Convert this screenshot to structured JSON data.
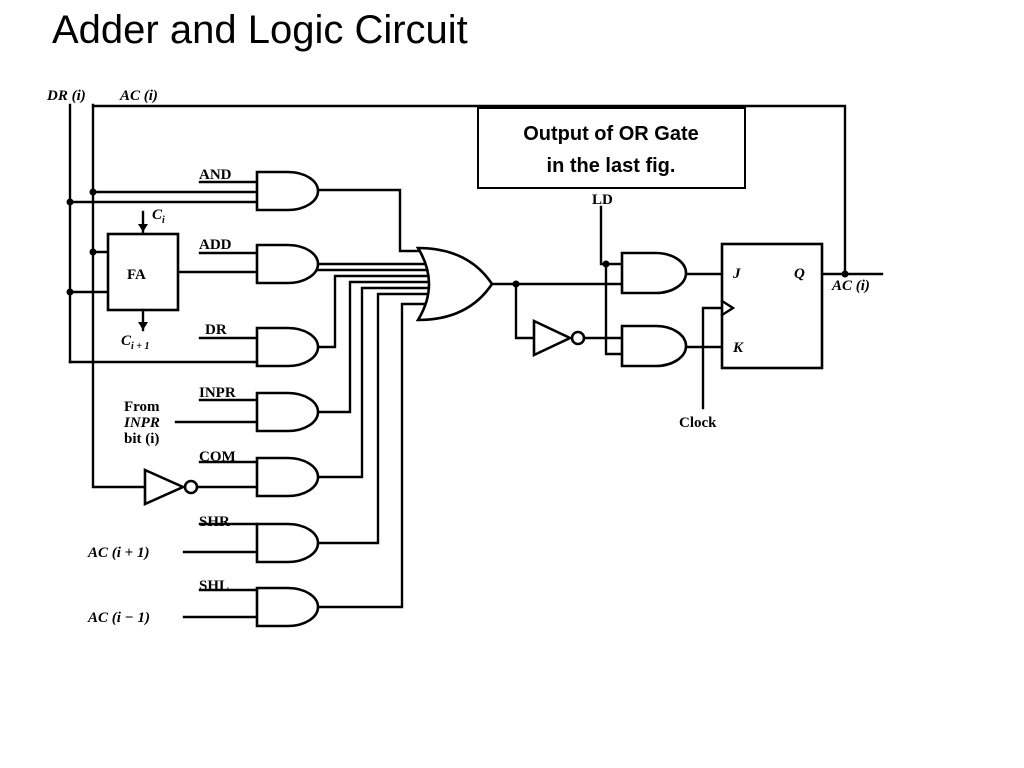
{
  "slide": {
    "title": "Adder and Logic Circuit"
  },
  "inputs": {
    "dr": "DR (i)",
    "ac": "AC (i)",
    "ac_plus": "AC (i + 1)",
    "ac_minus": "AC (i − 1)",
    "from": "From",
    "inpr_italic": "INPR",
    "bit": "bit (i)"
  },
  "gates": {
    "and": "AND",
    "add": "ADD",
    "dr": "DR",
    "inpr": "INPR",
    "com": "COM",
    "shr": "SHR",
    "shl": "SHL",
    "ld": "LD"
  },
  "adder": {
    "label": "FA",
    "carry_in": "C",
    "carry_in_sub": "i",
    "carry_out": "C",
    "carry_out_sub": "i + 1"
  },
  "flipflop": {
    "j": "J",
    "k": "K",
    "q": "Q",
    "clock": "Clock",
    "output": "AC (i)"
  },
  "callout": {
    "line1": "Output of OR Gate",
    "line2": "in the last fig."
  }
}
